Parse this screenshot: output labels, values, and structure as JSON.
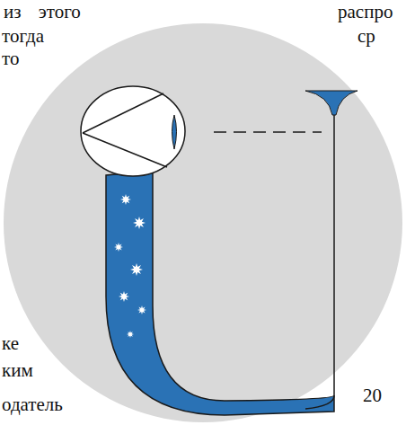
{
  "diagram": {
    "labels": [
      "из этого",
      "тогда",
      "то",
      "распро",
      "ср",
      "ке",
      "ким",
      "одатель",
      "20"
    ]
  }
}
